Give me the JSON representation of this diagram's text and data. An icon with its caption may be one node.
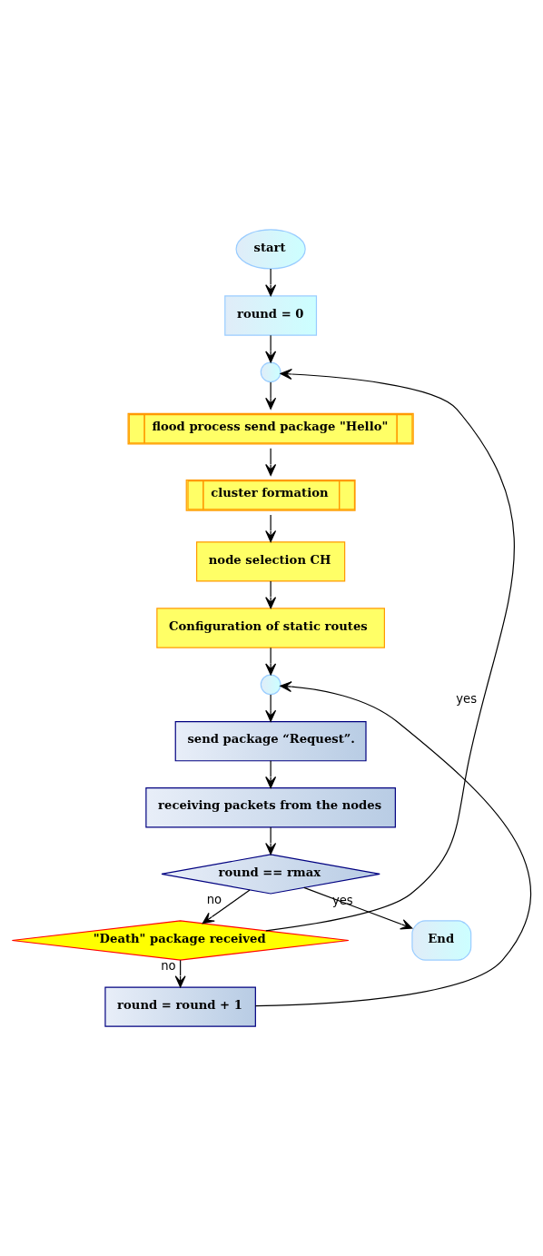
{
  "diagram": {
    "nodes": [
      {
        "text": [
          "start"
        ]
      },
      {
        "text": [
          "round = 0"
        ]
      },
      {
        "text": [],
        "shape": "circle"
      },
      {
        "text": [
          "flood process send package \"Hello\""
        ]
      },
      {
        "text": [
          "cluster formation"
        ]
      },
      {
        "text": [
          "node selection CH"
        ]
      },
      {
        "text": [
          "Configuration of static routes"
        ]
      },
      {
        "text": [],
        "shape": "circle"
      },
      {
        "text": [
          "send package “Request”."
        ]
      },
      {
        "text": [
          "receiving packets from the nodes"
        ]
      },
      {
        "text": [
          "round == rmax"
        ]
      },
      {
        "text": [
          "\"Death\" package received"
        ]
      },
      {
        "text": [
          "round = round + 1"
        ]
      },
      {
        "text": [
          "End"
        ]
      }
    ],
    "edges": [
      {
        "from": 0,
        "to": 1,
        "arrow": "to"
      },
      {
        "from": 1,
        "to": 2,
        "arrow": "to"
      },
      {
        "from": 2,
        "to": 3,
        "arrow": "to"
      },
      {
        "from": 3,
        "to": 4,
        "arrow": "to"
      },
      {
        "from": 4,
        "to": 5,
        "arrow": "to"
      },
      {
        "from": 5,
        "to": 6,
        "arrow": "to"
      },
      {
        "from": 6,
        "to": 7,
        "arrow": "to"
      },
      {
        "from": 7,
        "to": 8,
        "arrow": "to"
      },
      {
        "from": 8,
        "to": 9,
        "arrow": "to"
      },
      {
        "from": 9,
        "to": 10,
        "arrow": "to"
      },
      {
        "from": 10,
        "to": 11,
        "label": "no",
        "arrow": "to"
      },
      {
        "from": 11,
        "to": 12,
        "label": "no",
        "arrow": "to"
      },
      {
        "from": 12,
        "to": 7,
        "arrow": "to"
      },
      {
        "from": 11,
        "to": 2,
        "label": "yes",
        "arrow": "to"
      },
      {
        "from": 10,
        "to": 13,
        "label": "yes",
        "arrow": "to"
      }
    ]
  }
}
